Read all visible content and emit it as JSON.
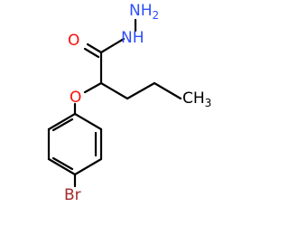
{
  "molecule": {
    "atoms": {
      "hydrazide_nh2": {
        "symbol": "NH",
        "subscript": "2",
        "color": "#3050f8"
      },
      "hydrazide_nh": {
        "symbol": "NH",
        "color": "#3050f8"
      },
      "carbonyl_o": {
        "symbol": "O",
        "color": "#ff0d0d"
      },
      "ether_o": {
        "symbol": "O",
        "color": "#ff0d0d"
      },
      "methyl": {
        "symbol": "CH",
        "subscript": "3",
        "color": "#000000"
      },
      "bromine": {
        "symbol": "Br",
        "color": "#a62929"
      }
    },
    "bond_color": "#000000"
  }
}
